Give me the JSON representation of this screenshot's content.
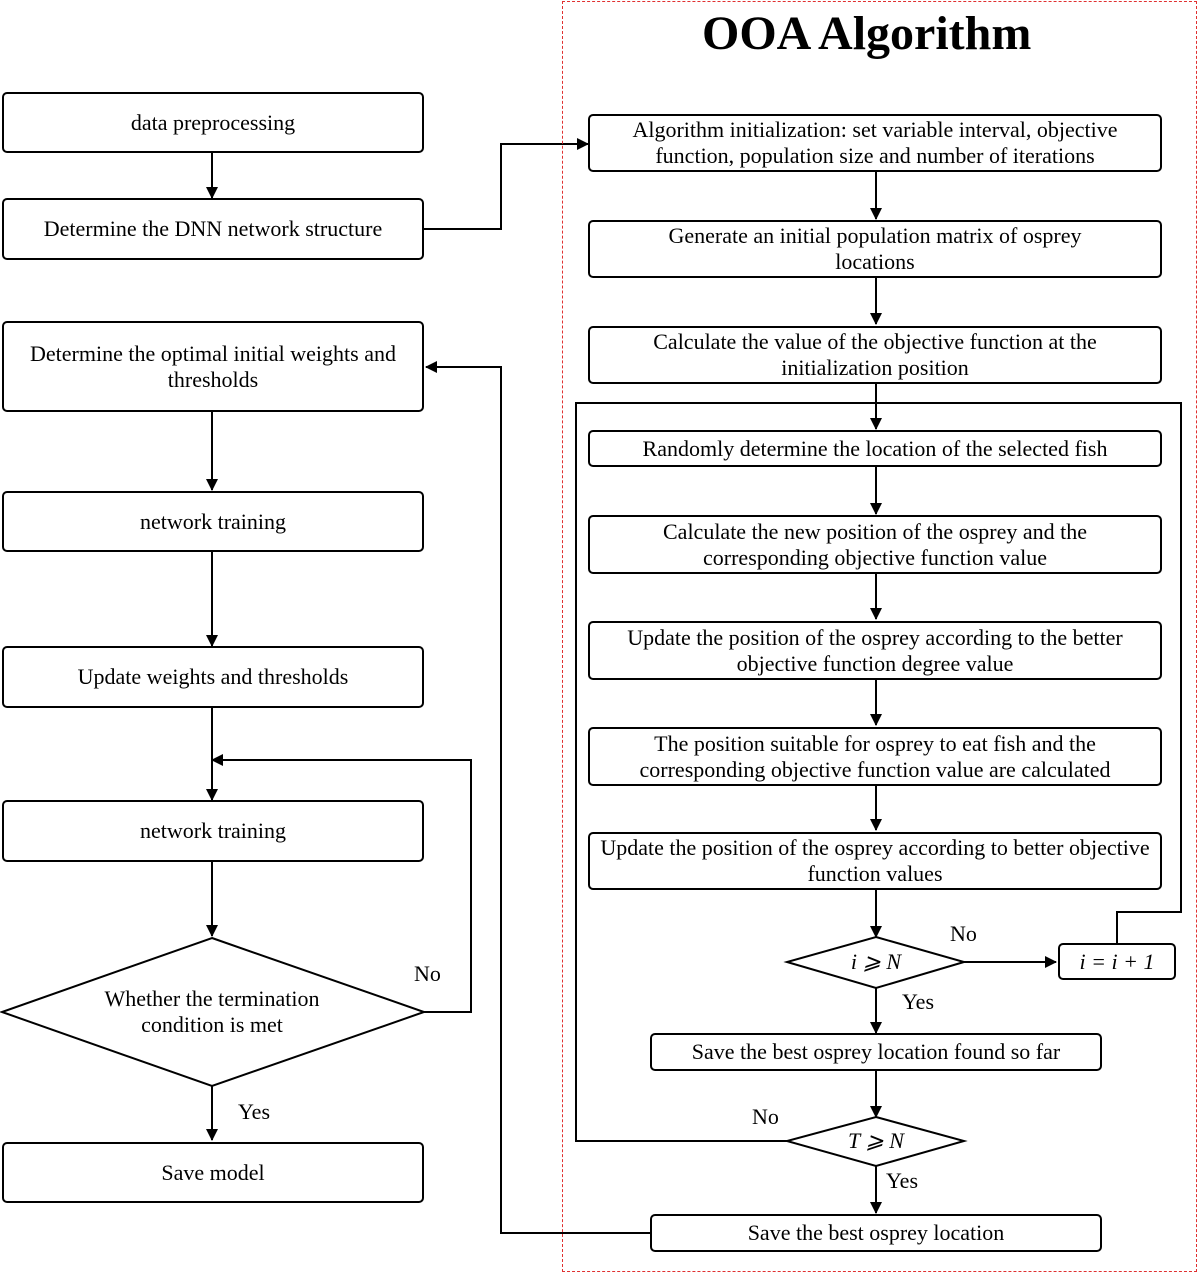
{
  "colors": {
    "frame_border": "#e03030",
    "stroke": "#000000",
    "background": "#ffffff"
  },
  "left_flow": {
    "data_preprocessing": "data preprocessing",
    "determine_dnn": "Determine the DNN network structure",
    "determine_optimal": "Determine the optimal initial weights and thresholds",
    "network_training_1": "network training",
    "update_weights": "Update weights and thresholds",
    "network_training_2": "network training",
    "termination_decision": "Whether the termination condition is met",
    "save_model": "Save model",
    "no_label": "No",
    "yes_label": "Yes"
  },
  "ooa": {
    "title": "OOA Algorithm",
    "initialization": "Algorithm initialization: set variable interval, objective function, population size and number of iterations",
    "generate_population": "Generate an initial population matrix of osprey locations",
    "calculate_initial": "Calculate the value of the objective function at the initialization position",
    "random_fish": "Randomly determine the location of the selected fish",
    "calculate_new_position": "Calculate the new position of the osprey and the corresponding objective function value",
    "update_degree": "Update the position of the osprey according to the better objective function degree value",
    "eat_fish_position": "The position suitable for osprey to eat fish and the corresponding objective function value are calculated",
    "update_better": "Update the position of the osprey according to better objective function values",
    "i_condition": "i ⩾ N",
    "i_increment": "i = i + 1",
    "save_best_so_far": "Save the best osprey location found so far",
    "t_condition": "T ⩾ N",
    "save_best": "Save the best osprey location",
    "no_label_i": "No",
    "yes_label_i": "Yes",
    "no_label_t": "No",
    "yes_label_t": "Yes"
  }
}
